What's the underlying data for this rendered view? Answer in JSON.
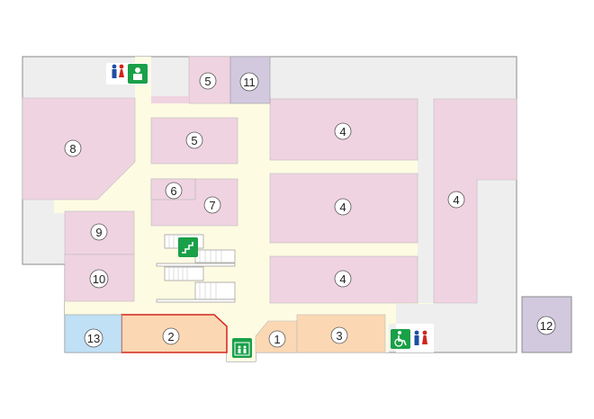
{
  "map": {
    "colors": {
      "corridor": "#fdfbe2",
      "shop": "#f0d3e1",
      "service": "#eeeeee",
      "food": "#fbd8b3",
      "highlight_border": "#d2241c",
      "blue_area": "#bfe0f5",
      "lavender": "#d2c9df",
      "outline": "#8a8a8a",
      "sign_green": "#1aa048"
    },
    "area_labels": [
      "1",
      "2",
      "3",
      "4",
      "4",
      "4",
      "4",
      "5",
      "5",
      "6",
      "7",
      "8",
      "9",
      "10",
      "11",
      "12",
      "13"
    ],
    "icons": {
      "restroom_top": "restroom-icon",
      "baby_room": "nursing-room-icon",
      "stairs": "stairs-icon",
      "elevator": "elevator-icon",
      "accessible": "wheelchair-icon",
      "restroom_right": "restroom-icon"
    }
  }
}
